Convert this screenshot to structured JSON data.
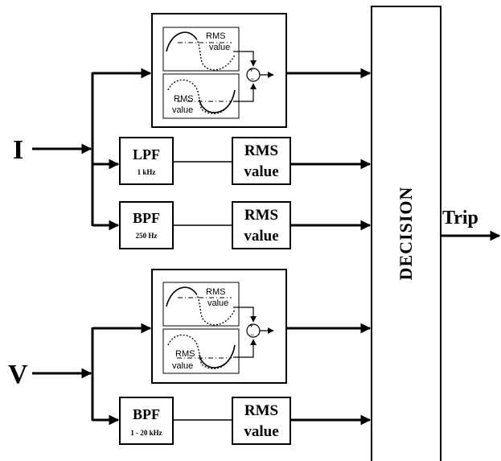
{
  "inputs": {
    "current": "I",
    "voltage": "V"
  },
  "current_branch": {
    "compare_block": {
      "upper_rms": [
        "RMS",
        "value"
      ],
      "lower_rms": [
        "RMS",
        "value"
      ]
    },
    "lpf": {
      "name": "LPF",
      "freq": "1 kHz",
      "rms": [
        "RMS",
        "value"
      ]
    },
    "bpf": {
      "name": "BPF",
      "freq": "250 Hz",
      "rms": [
        "RMS",
        "value"
      ]
    }
  },
  "voltage_branch": {
    "compare_block": {
      "upper_rms": [
        "RMS",
        "value"
      ],
      "lower_rms": [
        "RMS",
        "value"
      ]
    },
    "bpf": {
      "name": "BPF",
      "freq": "1 - 20 kHz",
      "rms": [
        "RMS",
        "value"
      ]
    }
  },
  "decision": {
    "label": "DECISION"
  },
  "output": {
    "label": "Trip"
  }
}
